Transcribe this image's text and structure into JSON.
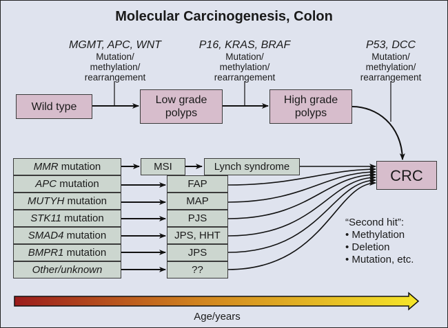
{
  "title": "Molecular Carcinogenesis, Colon",
  "sequence": {
    "stages": [
      {
        "label": "Wild type"
      },
      {
        "label": "Low grade polyps",
        "line1": "Low grade",
        "line2": "polyps"
      },
      {
        "label": "High grade polyps",
        "line1": "High grade",
        "line2": "polyps"
      }
    ],
    "events": [
      {
        "genes": "MGMT, APC, WNT",
        "mech1": "Mutation/",
        "mech2": "methylation/",
        "mech3": "rearrangement"
      },
      {
        "genes": "P16, KRAS, BRAF",
        "mech1": "Mutation/",
        "mech2": "methylation/",
        "mech3": "rearrangement"
      },
      {
        "genes": "P53, DCC",
        "mech1": "Mutation/",
        "mech2": "methylation/",
        "mech3": "rearrangement"
      }
    ]
  },
  "outcome": "CRC",
  "mutations": [
    {
      "gene": "MMR",
      "suffix": " mutation",
      "syndrome": "MSI"
    },
    {
      "gene": "APC",
      "suffix": " mutation",
      "syndrome": "FAP"
    },
    {
      "gene": "MUTYH",
      "suffix": " mutation",
      "syndrome": "MAP"
    },
    {
      "gene": "STK11",
      "suffix": " mutation",
      "syndrome": "PJS"
    },
    {
      "gene": "SMAD4",
      "suffix": " mutation",
      "syndrome": "JPS, HHT"
    },
    {
      "gene": "BMPR1",
      "suffix": " mutation",
      "syndrome": "JPS"
    },
    {
      "gene": "Other/unknown",
      "suffix": "",
      "syndrome": "??"
    }
  ],
  "lynch": "Lynch syndrome",
  "second_hit": {
    "heading": "“Second hit”:",
    "items": [
      "• Methylation",
      "• Deletion",
      "• Mutation, etc."
    ]
  },
  "age_axis": {
    "label": "Age/years",
    "color_start": "#9b1c1c",
    "color_end": "#f5e62a"
  },
  "colors": {
    "background": "#dfe3ee",
    "stage_box": "#d7bdcc",
    "mutation_box": "#ccd6cf"
  }
}
